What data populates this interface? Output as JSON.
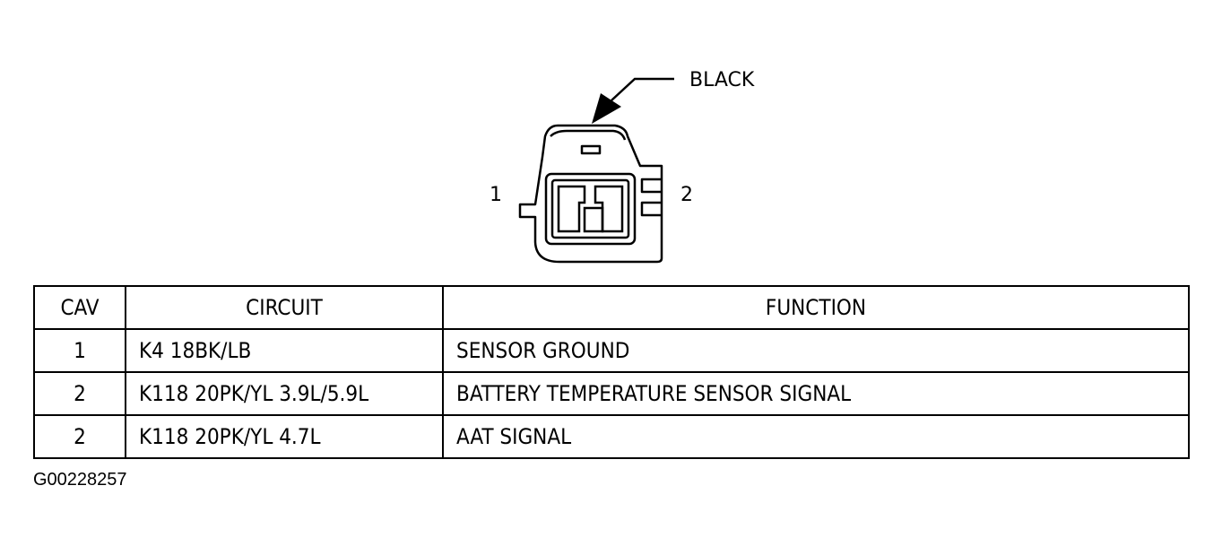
{
  "diagram": {
    "connector_color_label": "BLACK",
    "pin_labels": [
      "1",
      "2"
    ]
  },
  "table": {
    "headers": {
      "cav": "CAV",
      "circuit": "CIRCUIT",
      "function": "FUNCTION"
    },
    "rows": [
      {
        "cav": "1",
        "circuit": "K4 18BK/LB",
        "function": "SENSOR GROUND"
      },
      {
        "cav": "2",
        "circuit": "K118 20PK/YL 3.9L/5.9L",
        "function": "BATTERY TEMPERATURE SENSOR SIGNAL"
      },
      {
        "cav": "2",
        "circuit": "K118 20PK/YL 4.7L",
        "function": "AAT SIGNAL"
      }
    ]
  },
  "figure_id": "G00228257"
}
